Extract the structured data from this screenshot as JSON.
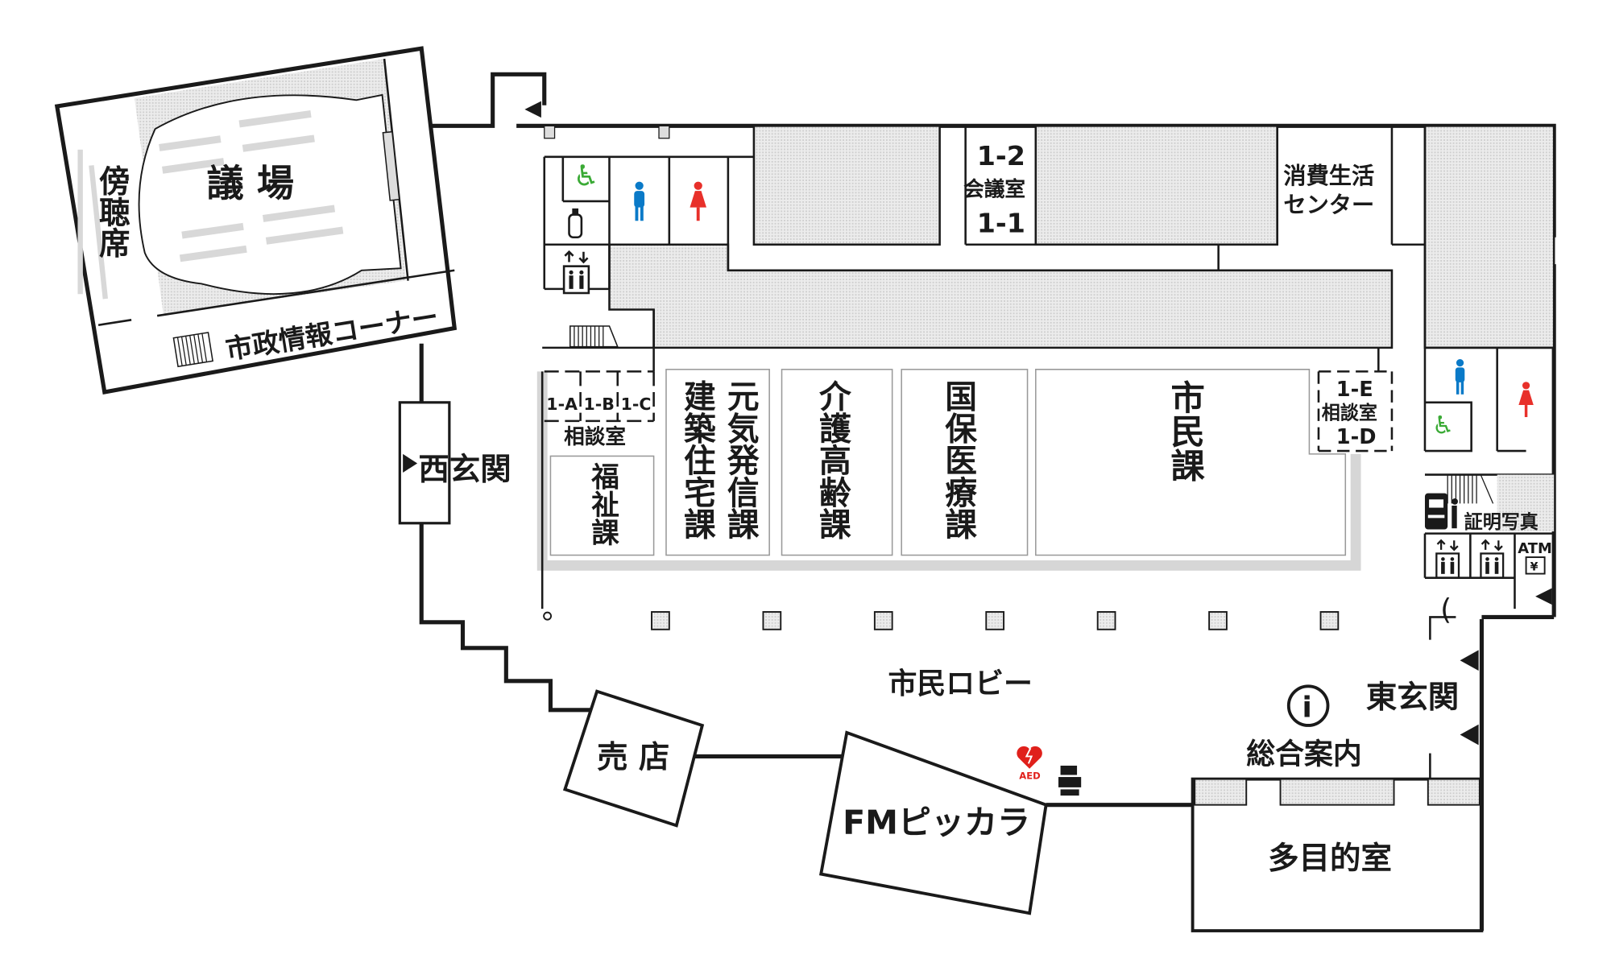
{
  "map": {
    "assembly_hall": "議 場",
    "public_gallery": "傍聴席",
    "city_info_corner": "市政情報コーナー",
    "west_entrance": "西玄関",
    "east_entrance": "東玄関",
    "citizen_lobby": "市民ロビー",
    "general_information": "総合案内",
    "shop": "売 店",
    "fm_station": "FMピッカラ",
    "multipurpose_room": "多目的室",
    "meeting_room": {
      "top": "1-2",
      "label": "会議室",
      "bottom": "1-1"
    },
    "consumer_center": [
      "消費生活",
      "センター"
    ],
    "consult_rooms_abc": {
      "a": "1-A",
      "b": "1-B",
      "c": "1-C",
      "label": "相談室"
    },
    "consult_rooms_de": {
      "e": "1-E",
      "label": "相談室",
      "d": "1-D"
    },
    "departments": {
      "welfare": "福祉課",
      "construction_housing": "建築住宅課",
      "genki_promotion": "元気発信課",
      "elderly_care": "介護高齢課",
      "health_insurance": "国保医療課",
      "citizens": "市民課"
    },
    "id_photo": "証明写真",
    "atm": "ATM",
    "aed": "AED",
    "info_symbol": "i",
    "yen_symbol": "¥"
  },
  "colors": {
    "wall": "#1a1a1a",
    "hatch": "#e2e2e2",
    "accessible_toilet": "#3aaa35",
    "mens_toilet": "#0a7ac8",
    "womens_toilet": "#e8302a",
    "aed": "#e0201b"
  },
  "icons": [
    "wheelchair-icon",
    "mens-toilet-icon",
    "womens-toilet-icon",
    "baby-bottle-icon",
    "elevator-icon",
    "stairs-icon",
    "info-icon",
    "aed-icon",
    "phone-icon",
    "atm-icon",
    "photo-booth-icon",
    "copier-icon",
    "entrance-arrow-icon"
  ]
}
